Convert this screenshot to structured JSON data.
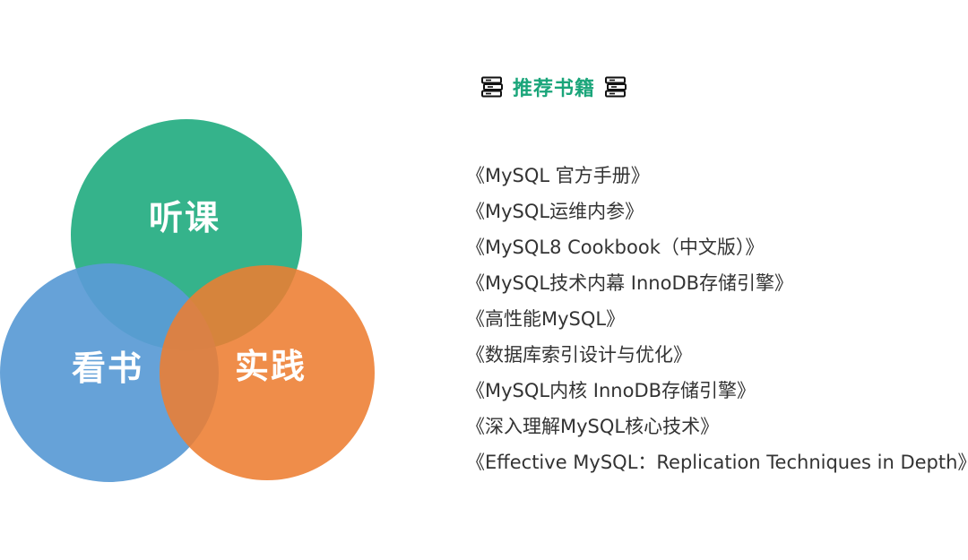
{
  "colors": {
    "green": "#2aaf85",
    "blue": "#5a9bd5",
    "orange": "#ed7d31",
    "title_green": "#1aa57a",
    "text": "#333333"
  },
  "circles": [
    {
      "key": "listen",
      "label": "听课",
      "color": "#2aaf85"
    },
    {
      "key": "read",
      "label": "看书",
      "color": "#5a9bd5"
    },
    {
      "key": "practice",
      "label": "实践",
      "color": "#ed7d31"
    }
  ],
  "books_panel": {
    "title": "推荐书籍",
    "icon": "book-stack-icon",
    "books": [
      "《MySQL 官方手册》",
      "《MySQL运维内参》",
      "《MySQL8 Cookbook（中文版）》",
      "《MySQL技术内幕 InnoDB存储引擎》",
      "《高性能MySQL》",
      "《数据库索引设计与优化》",
      "《MySQL内核 InnoDB存储引擎》",
      "《深入理解MySQL核心技术》",
      "《Effective MySQL：Replication Techniques in Depth》"
    ]
  }
}
